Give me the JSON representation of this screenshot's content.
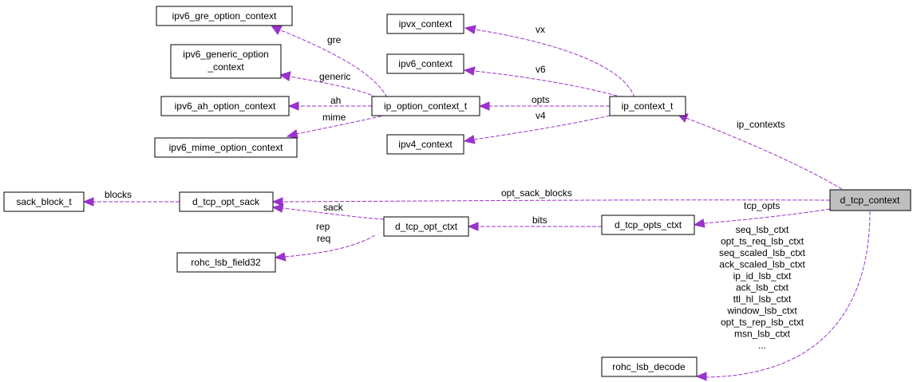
{
  "nodes": {
    "ipv6_gre_option_context": "ipv6_gre_option_context",
    "ipv6_generic_option_context_l1": "ipv6_generic_option",
    "ipv6_generic_option_context_l2": "_context",
    "ipv6_ah_option_context": "ipv6_ah_option_context",
    "ipv6_mime_option_context": "ipv6_mime_option_context",
    "ipvx_context": "ipvx_context",
    "ipv6_context": "ipv6_context",
    "ip_option_context_t": "ip_option_context_t",
    "ipv4_context": "ipv4_context",
    "ip_context_t": "ip_context_t",
    "d_tcp_context": "d_tcp_context",
    "sack_block_t": "sack_block_t",
    "d_tcp_opt_sack": "d_tcp_opt_sack",
    "d_tcp_opt_ctxt": "d_tcp_opt_ctxt",
    "d_tcp_opts_ctxt": "d_tcp_opts_ctxt",
    "rohc_lsb_field32": "rohc_lsb_field32",
    "rohc_lsb_decode": "rohc_lsb_decode"
  },
  "edges": {
    "gre": "gre",
    "generic": "generic",
    "ah": "ah",
    "mime": "mime",
    "vx": "vx",
    "v6": "v6",
    "opts": "opts",
    "v4": "v4",
    "ip_contexts": "ip_contexts",
    "opt_sack_blocks": "opt_sack_blocks",
    "tcp_opts": "tcp_opts",
    "blocks": "blocks",
    "sack": "sack",
    "bits": "bits",
    "rep": "rep",
    "req": "req",
    "lsb_fields": [
      "seq_lsb_ctxt",
      "opt_ts_req_lsb_ctxt",
      "seq_scaled_lsb_ctxt",
      "ack_scaled_lsb_ctxt",
      "ip_id_lsb_ctxt",
      "ack_lsb_ctxt",
      "ttl_hl_lsb_ctxt",
      "window_lsb_ctxt",
      "opt_ts_rep_lsb_ctxt",
      "msn_lsb_ctxt",
      "..."
    ]
  },
  "colors": {
    "edge": "#9a32cd",
    "highlight_fill": "#bfbfbf"
  }
}
